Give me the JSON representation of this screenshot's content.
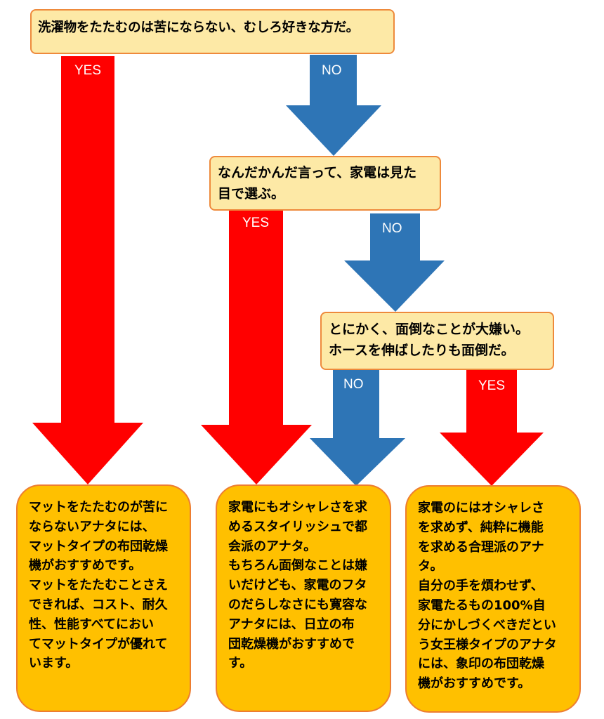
{
  "colors": {
    "yes": "#ff0000",
    "no": "#2e75b6",
    "question_fill": "#fde9a6",
    "question_border": "#ee8a3c",
    "answer_fill": "#ffc000",
    "answer_border": "#ed7d31"
  },
  "questions": {
    "q1": "洗濯物をたたむのは苦にならない、むしろ好きな方だ。",
    "q2": "なんだかんだ言って、家電は見た\n目で選ぶ。",
    "q3": "とにかく、面倒なことが大嫌い。\nホースを伸ばしたりも面倒だ。"
  },
  "labels": {
    "yes": "YES",
    "no": "NO"
  },
  "answers": {
    "a1": "マットをたたむのが苦に\nならないアナタには、\nマットタイプの布団乾燥\n機がおすすめです。\nマットをたたむことさえ\nできれば、コスト、耐久\n性、性能すべてにおい\nてマットタイプが優れて\nいます。",
    "a2": "家電にもオシャレさを求\nめるスタイリッシュで都\n会派のアナタ。\nもちろん面倒なことは嫌\nいだけども、家電のフタ\nのだらしなさにも寛容な\nアナタには、日立の布\n団乾燥機がおすすめで\nす。",
    "a3": "家電のにはオシャレさ\nを求めず、純粋に機能\nを求める合理派のアナ\nタ。\n自分の手を煩わせず、\n家電たるもの100%自\n分にかしづくべきだとい\nう女王様タイプのアナタ\nには、象印の布団乾燥\n機がおすすめです。"
  }
}
